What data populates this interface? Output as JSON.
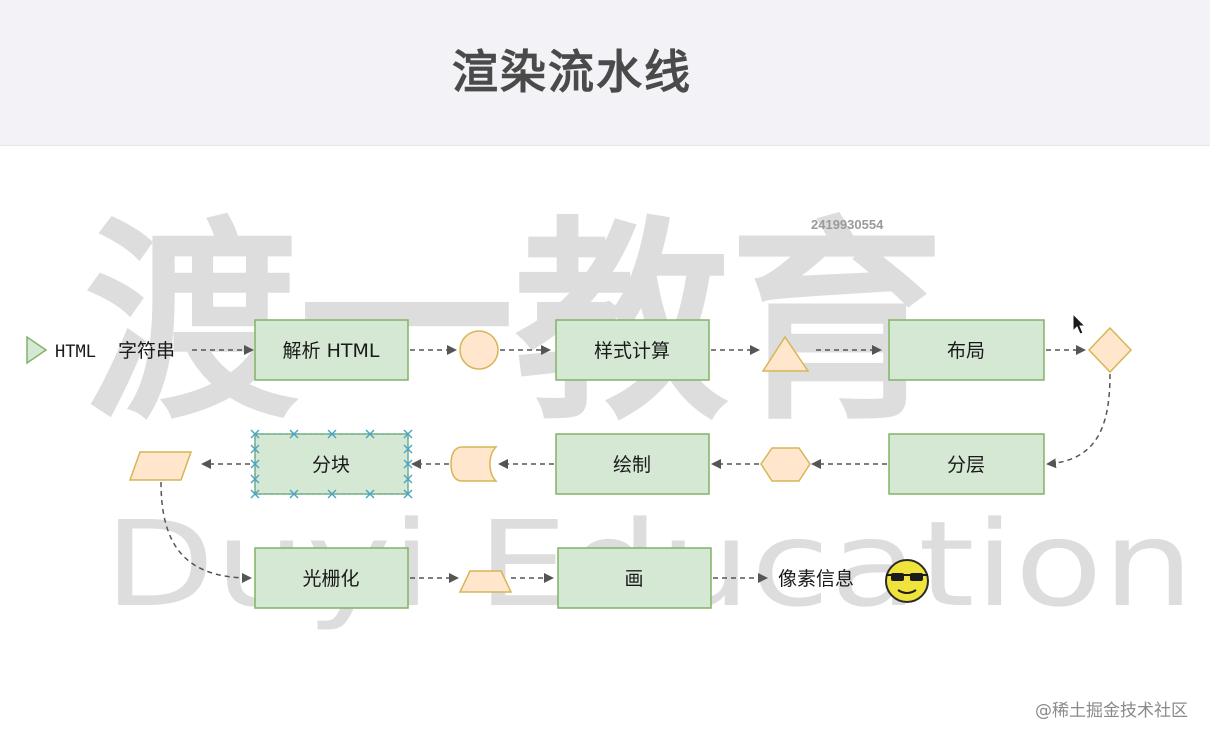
{
  "title": "渲染流水线",
  "id_label": "2419930554",
  "watermark_cn": "渡一教育",
  "watermark_en": "Duyi Education",
  "footer_watermark": "@稀土掘金技术社区",
  "start_label_en": "HTML",
  "start_label_cn": "字符串",
  "nodes": {
    "parse_html": "解析 HTML",
    "style_calc": "样式计算",
    "layout": "布局",
    "layering": "分层",
    "paint": "绘制",
    "tiling": "分块",
    "raster": "光栅化",
    "draw": "画",
    "pixel_info": "像素信息"
  },
  "colors": {
    "process_fill": "#d5e8d4",
    "process_stroke": "#82b366",
    "data_fill": "#ffe6cc",
    "data_stroke": "#d6b656",
    "selection": "#4aa3c7",
    "emoji_face": "#f0e43c"
  }
}
